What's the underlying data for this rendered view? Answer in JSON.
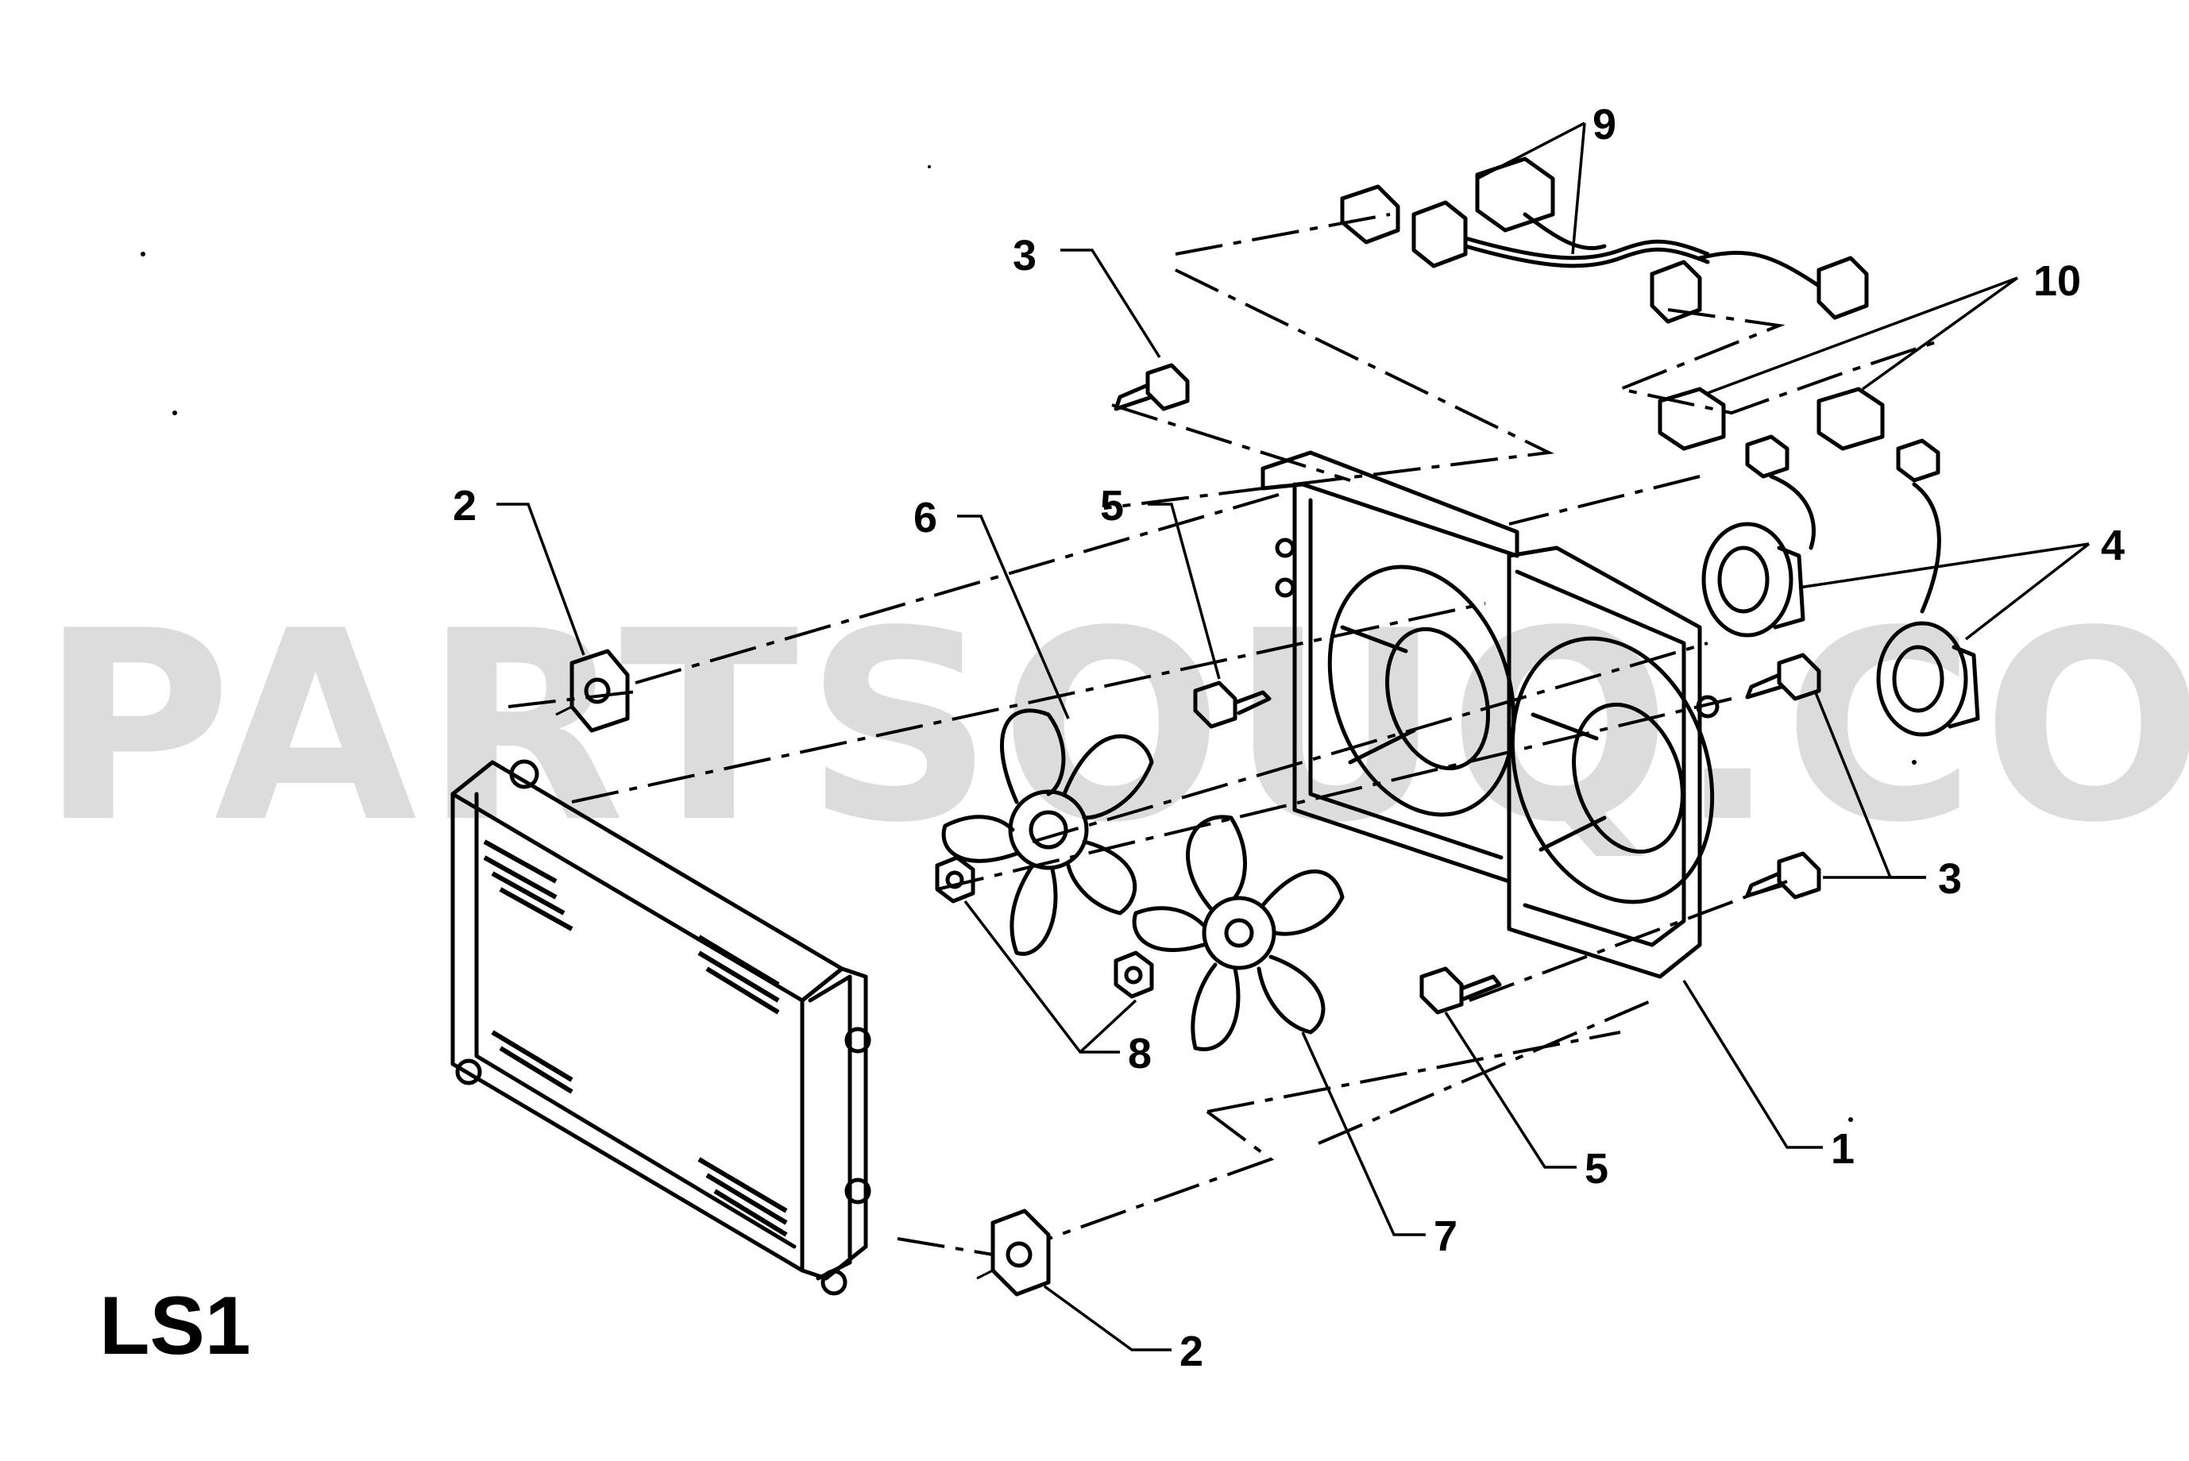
{
  "diagram": {
    "code_label": "LS1",
    "watermark": "PARTSOUQ.COM",
    "callouts": {
      "frame": "1",
      "mount_top": "2",
      "mount_bottom": "2",
      "bolt_top": "3",
      "bolt_right": "3",
      "motors": "4",
      "screw_upper": "5",
      "screw_lower": "5",
      "fan_left": "6",
      "fan_right": "7",
      "nuts": "8",
      "harness": "9",
      "connectors": "10"
    }
  }
}
